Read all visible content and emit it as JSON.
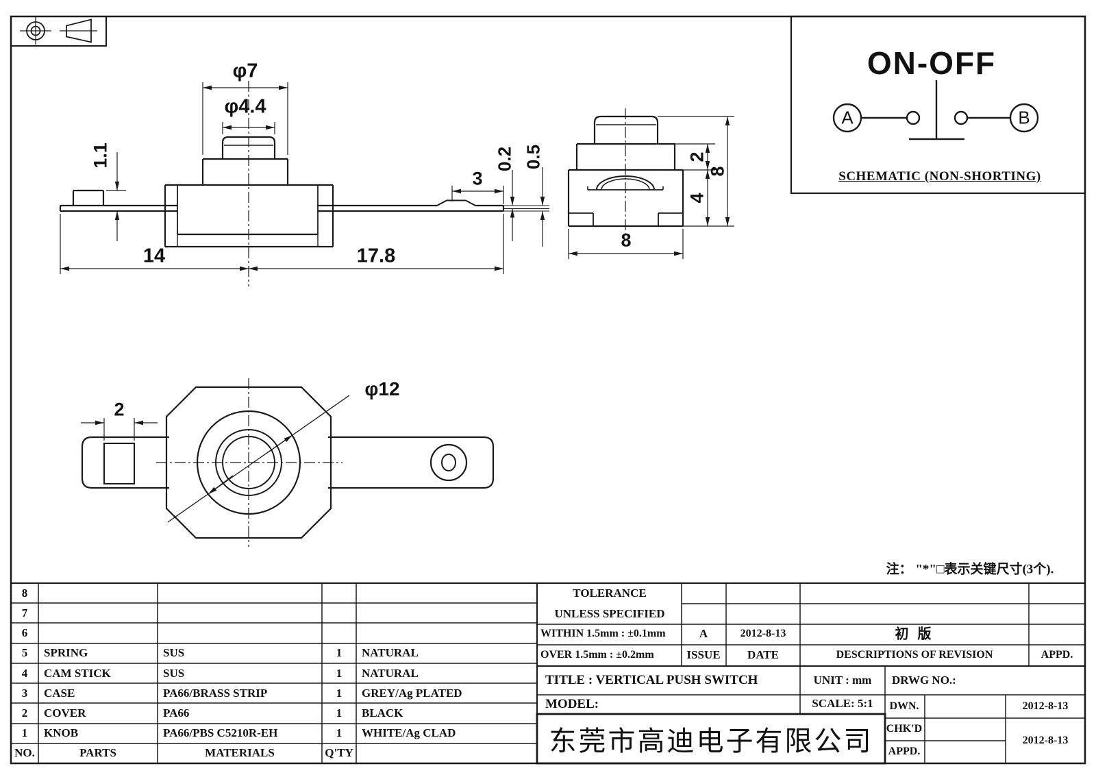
{
  "sheet": {
    "note": "注： \"*\"□表示关键尺寸(3个)."
  },
  "schematic": {
    "title": "ON-OFF",
    "terminal_a": "A",
    "terminal_b": "B",
    "caption": "SCHEMATIC (NON-SHORTING)"
  },
  "views": {
    "front": {
      "dims": {
        "phi7": "φ7",
        "phi44": "φ4.4",
        "d11": "1.1",
        "d3": "3",
        "d02": "0.2",
        "d05": "0.5",
        "d14": "14",
        "d178": "17.8"
      }
    },
    "side": {
      "dims": {
        "d2": "2",
        "d4": "4",
        "d8h": "8",
        "d8w": "8"
      }
    },
    "bottom": {
      "dims": {
        "d2": "2",
        "phi12": "φ12"
      }
    }
  },
  "parts_table": {
    "headers": {
      "no": "NO.",
      "parts": "PARTS",
      "materials": "MATERIALS",
      "qty": "Q'TY"
    },
    "rows": [
      {
        "no": "8",
        "part": "",
        "material": "",
        "qty": "",
        "finish": ""
      },
      {
        "no": "7",
        "part": "",
        "material": "",
        "qty": "",
        "finish": ""
      },
      {
        "no": "6",
        "part": "",
        "material": "",
        "qty": "",
        "finish": ""
      },
      {
        "no": "5",
        "part": "SPRING",
        "material": "SUS",
        "qty": "1",
        "finish": "NATURAL"
      },
      {
        "no": "4",
        "part": "CAM STICK",
        "material": "SUS",
        "qty": "1",
        "finish": "NATURAL"
      },
      {
        "no": "3",
        "part": "CASE",
        "material": "PA66/BRASS STRIP",
        "qty": "1",
        "finish": "GREY/Ag PLATED"
      },
      {
        "no": "2",
        "part": "COVER",
        "material": "PA66",
        "qty": "1",
        "finish": "BLACK"
      },
      {
        "no": "1",
        "part": "KNOB",
        "material": "PA66/PBS C5210R-EH",
        "qty": "1",
        "finish": "WHITE/Ag CLAD"
      }
    ]
  },
  "title_block": {
    "tolerance_line1": "TOLERANCE",
    "tolerance_line2": "UNLESS  SPECIFIED",
    "within": "WITHIN 1.5mm : ±0.1mm",
    "over": "OVER 1.5mm : ±0.2mm",
    "issue_value": "A",
    "issue_label": "ISSUE",
    "date_value": "2012-8-13",
    "date_label": "DATE",
    "revision_value": "初  版",
    "revision_label": "DESCRIPTIONS OF REVISION",
    "appd_label": "APPD.",
    "title": "TITLE :  VERTICAL PUSH SWITCH",
    "unit": "UNIT :  mm",
    "drwg_no": "DRWG NO.:",
    "model": "MODEL:",
    "scale": "SCALE:  5:1",
    "dwn_label": "DWN.",
    "chkd_label": "CHK'D",
    "appd2_label": "APPD.",
    "dwn_date": "2012-8-13",
    "chkd_date": "2012-8-13",
    "company": "东莞市高迪电子有限公司"
  }
}
